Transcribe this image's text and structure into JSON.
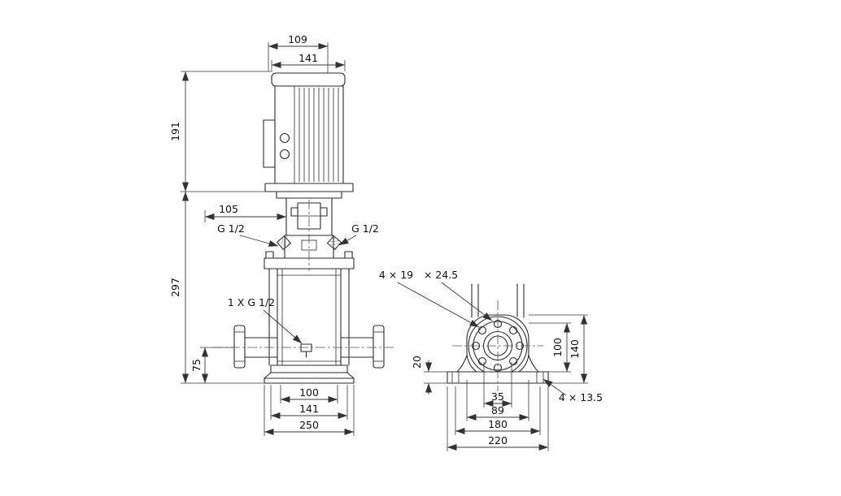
{
  "page": {
    "background": "#ffffff",
    "line_color": "#2b2b2b"
  },
  "front_view": {
    "dim_motor_top": "109",
    "dim_motor_width": "141",
    "dim_motor_height": "191",
    "dim_head_width": "105",
    "port_left_label": "G 1/2",
    "port_right_label": "G 1/2",
    "dim_pump_height": "297",
    "drain_label": "1 X G 1/2",
    "dim_port_height": "75",
    "dim_base_bolt_width": "100",
    "dim_base_plate_width": "141",
    "dim_base_overall_width": "250"
  },
  "side_view": {
    "flange_holes_label": "4 × 19",
    "flange_counterbore_label": "× 24.5",
    "dim_base_thickness": "20",
    "dim_flange_height": "100",
    "dim_overall_height": "140",
    "dim_port_bore": "35",
    "dim_flange_width": "89",
    "dim_base_hole_spacing": "180",
    "dim_base_width": "220",
    "base_holes_label": "4 × 13.5"
  }
}
